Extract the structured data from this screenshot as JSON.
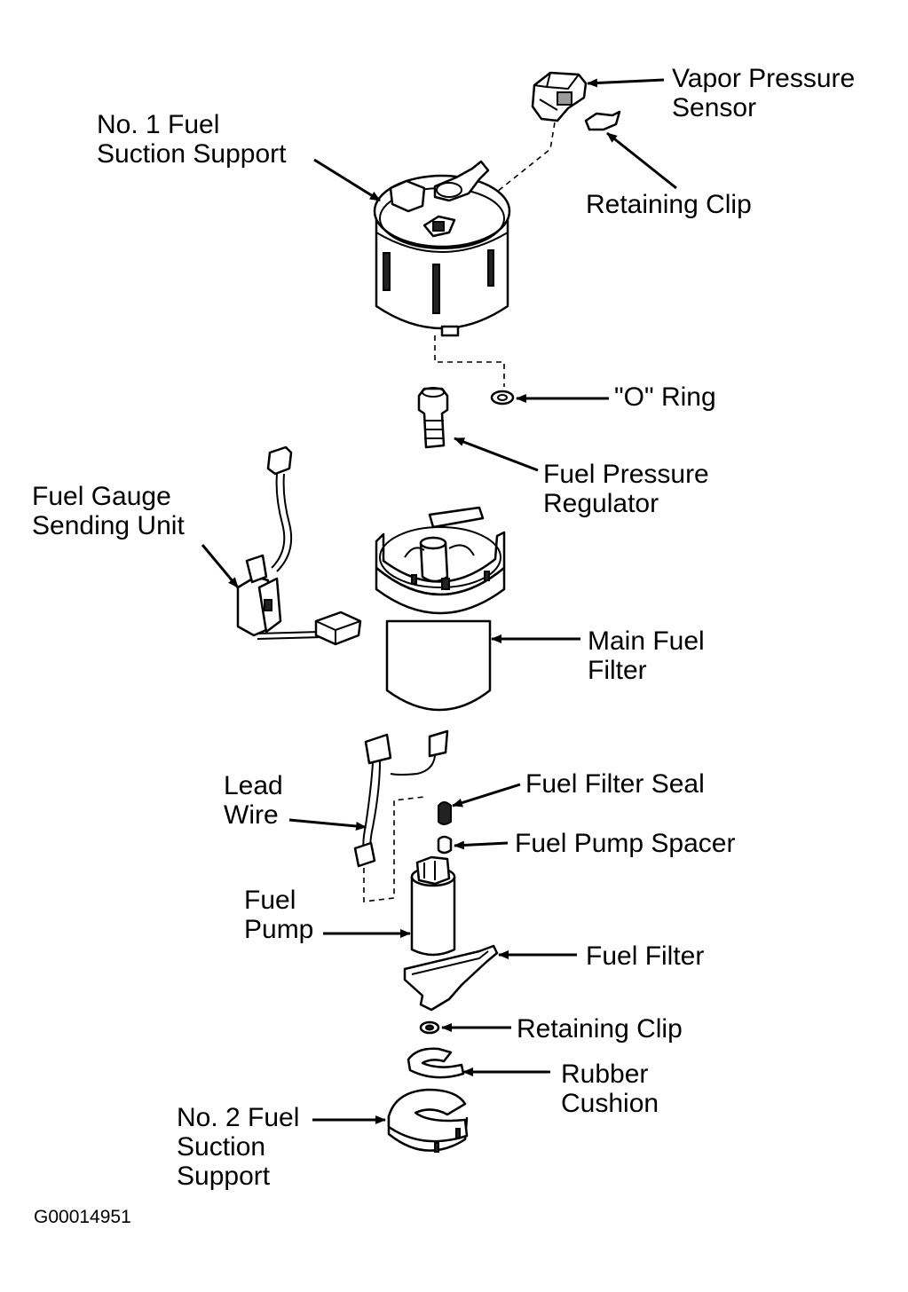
{
  "labels": {
    "vapor_pressure_sensor": [
      "Vapor Pressure",
      "Sensor"
    ],
    "retaining_clip_top": [
      "Retaining Clip"
    ],
    "no1_fuel_suction_support": [
      "No. 1 Fuel",
      "Suction Support"
    ],
    "o_ring": [
      "\"O\" Ring"
    ],
    "fuel_pressure_regulator": [
      "Fuel Pressure",
      "Regulator"
    ],
    "fuel_gauge_sending_unit": [
      "Fuel Gauge",
      "Sending Unit"
    ],
    "main_fuel_filter": [
      "Main Fuel",
      "Filter"
    ],
    "lead_wire": [
      "Lead",
      "Wire"
    ],
    "fuel_filter_seal": [
      "Fuel Filter Seal"
    ],
    "fuel_pump_spacer": [
      "Fuel Pump Spacer"
    ],
    "fuel_pump": [
      "Fuel",
      "Pump"
    ],
    "fuel_filter": [
      "Fuel Filter"
    ],
    "retaining_clip_bottom": [
      "Retaining Clip"
    ],
    "rubber_cushion": [
      "Rubber",
      "Cushion"
    ],
    "no2_fuel_suction_support": [
      "No. 2 Fuel",
      "Suction",
      "Support"
    ]
  },
  "figure_code": "G00014951"
}
